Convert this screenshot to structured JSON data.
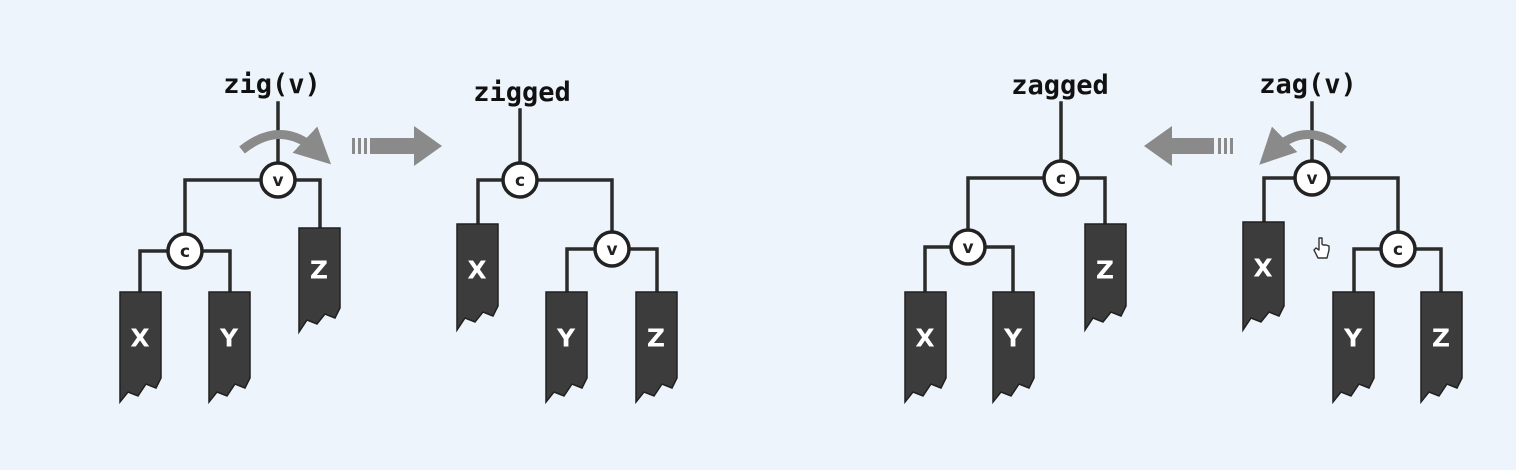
{
  "labels": {
    "zig_call": "zig(v)",
    "zigged": "zigged",
    "zagged": "zagged",
    "zag_call": "zag(v)"
  },
  "nodes": {
    "v": "v",
    "c": "c"
  },
  "subtrees": {
    "x": "X",
    "y": "Y",
    "z": "Z"
  },
  "colors": {
    "background": "#eef4fb",
    "subtree_fill": "#3c3c3c",
    "arrow_gray": "#8a8a8a"
  },
  "icons": [
    "pointer-hand-icon"
  ]
}
